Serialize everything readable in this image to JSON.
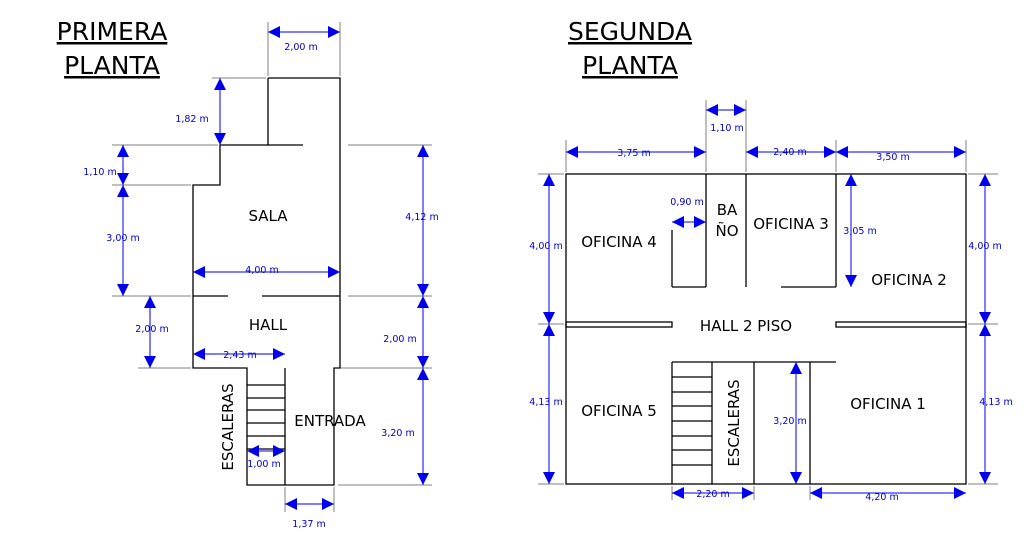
{
  "titles": {
    "first_line1": "PRIMERA",
    "first_line2": "PLANTA",
    "second_line1": "SEGUNDA",
    "second_line2": "PLANTA"
  },
  "rooms": {
    "sala": "SALA",
    "hall": "HALL",
    "escaleras_1": "ESCALERAS",
    "entrada": "ENTRADA",
    "oficina_4": "OFICINA 4",
    "bano_1": "BA",
    "bano_2": "ÑO",
    "oficina_3": "OFICINA 3",
    "oficina_2": "OFICINA 2",
    "hall_2": "HALL 2 PISO",
    "oficina_5": "OFICINA 5",
    "escaleras_2": "ESCALERAS",
    "oficina_1": "OFICINA 1"
  },
  "dims": {
    "d1_tower_w": "2,00 m",
    "d1_tower_h": "1,82 m",
    "d1_step_h": "1,10 m",
    "d1_sala_h": "3,00 m",
    "d1_sala_w": "4,00 m",
    "d1_right_h": "4,12 m",
    "d1_hall_h": "2,00 m",
    "d1_hall_w": "2,43 m",
    "d1_right_hall_h": "2,00 m",
    "d1_entrada_h": "3,20 m",
    "d1_stair_w": "1,00 m",
    "d1_bottom_w": "1,37 m",
    "d2_top_mid": "1,10 m",
    "d2_top_left": "3,75 m",
    "d2_top_center": "2,40 m",
    "d2_top_right": "3,50 m",
    "d2_door_w": "0,90 m",
    "d2_of3_h": "3,05 m",
    "d2_left_top_h": "4,00 m",
    "d2_right_top_h": "4,00 m",
    "d2_left_bot_h": "4,13 m",
    "d2_right_bot_h": "4,13 m",
    "d2_of1_h": "3,20 m",
    "d2_stair_w": "2,20 m",
    "d2_of1_w": "4,20 m"
  }
}
